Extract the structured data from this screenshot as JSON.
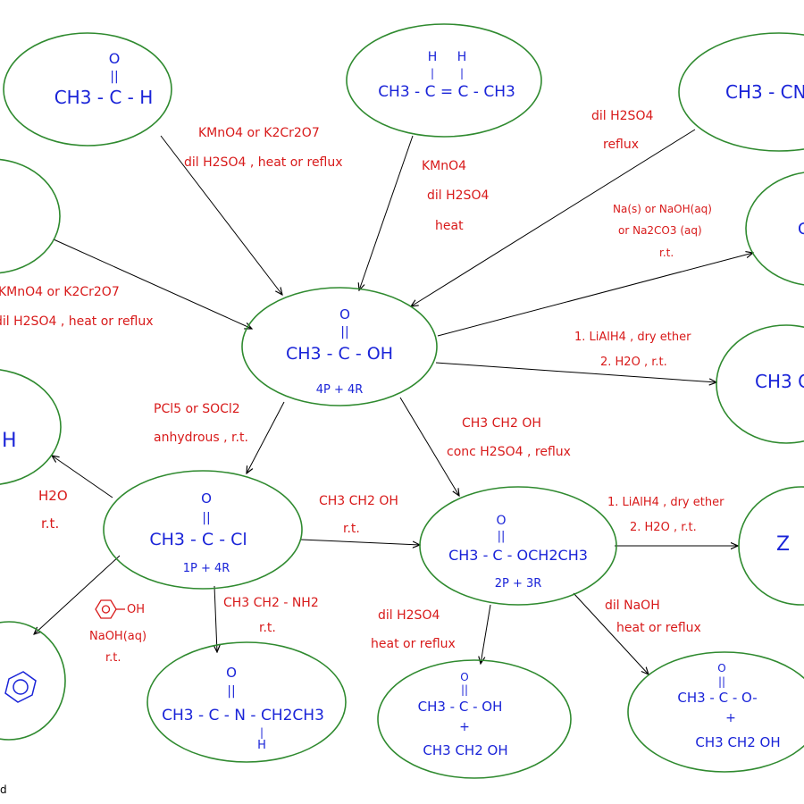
{
  "colors": {
    "node_outline": "#2f8a2f",
    "structure_text": "#1a24d8",
    "reagent_text": "#d81a1a",
    "arrow": "#000000"
  },
  "nodes": {
    "ethanal": {
      "o": "O",
      "bond": "||",
      "main": "CH3 - C - H"
    },
    "butene": {
      "h1": "H",
      "h2": "H",
      "main": "CH3 - C = C - CH3"
    },
    "top_right": {
      "main": "CH3 - CN"
    },
    "center_acid": {
      "o": "O",
      "bond": "||",
      "main": "CH3 - C - OH",
      "note": "4P + 4R"
    },
    "right_salt": {
      "main": "C"
    },
    "right_alcohol": {
      "main": "CH3 C"
    },
    "left_mid": {
      "main": "H"
    },
    "acyl_chloride": {
      "o": "O",
      "bond": "||",
      "main": "CH3 - C - Cl",
      "note": "1P + 4R"
    },
    "ester": {
      "o": "O",
      "bond": "||",
      "main": "CH3 - C - OCH2CH3",
      "note": "2P + 3R"
    },
    "right_z": {
      "main": "Z"
    },
    "amide": {
      "o": "O",
      "bond": "||",
      "main": "CH3 - C - N - CH2CH3",
      "nh": "|",
      "h": "H"
    },
    "hydrolysis_acid": {
      "o": "O",
      "bond": "||",
      "main": "CH3 - C - OH",
      "plus": "+",
      "alcohol": "CH3 CH2 OH"
    },
    "hydrolysis_salt": {
      "o": "O",
      "bond": "||",
      "main": "CH3 - C - O-",
      "plus": "+",
      "alcohol": "CH3 CH2 OH"
    }
  },
  "reagents": {
    "ethanal_oxidation": {
      "line1": "KMnO4 or K2Cr2O7",
      "line2": "dil H2SO4 , heat or reflux"
    },
    "butene_oxidation": {
      "line1": "KMnO4",
      "line2": "dil H2SO4",
      "line3": "heat"
    },
    "nitrile_hydrolysis": {
      "line1": "dil H2SO4",
      "line2": "reflux"
    },
    "salt_formation": {
      "line1": "Na(s) or NaOH(aq)",
      "line2": "or Na2CO3 (aq)",
      "line3": "r.t."
    },
    "left_oxidation": {
      "line1": "KMnO4 or K2Cr2O7",
      "line2": "dil H2SO4 , heat or reflux"
    },
    "acid_reduction": {
      "line1": "1. LiAlH4 , dry ether",
      "line2": "2. H2O , r.t."
    },
    "chlorination": {
      "line1": "PCl5 or SOCl2",
      "line2": "anhydrous , r.t."
    },
    "esterification": {
      "line1": "CH3 CH2 OH",
      "line2": "conc H2SO4 , reflux"
    },
    "acyl_hydrolysis": {
      "line1": "H2O",
      "line2": "r.t."
    },
    "acyl_ethanol": {
      "line1": "CH3 CH2 OH",
      "line2": "r.t."
    },
    "ester_reduction": {
      "line1": "1. LiAlH4 , dry ether",
      "line2": "2. H2O , r.t."
    },
    "phenol_reagent": {
      "phenol": "OH",
      "line1": "NaOH(aq)",
      "line2": "r.t."
    },
    "amine_reagent": {
      "line1": "CH3 CH2 - NH2",
      "line2": "r.t."
    },
    "ester_acid_hydrolysis": {
      "line1": "dil H2SO4",
      "line2": "heat or reflux"
    },
    "ester_alkaline_hydrolysis": {
      "line1": "dil NaOH",
      "line2": "heat or reflux"
    }
  },
  "footer": {
    "corner_mark": "d"
  }
}
